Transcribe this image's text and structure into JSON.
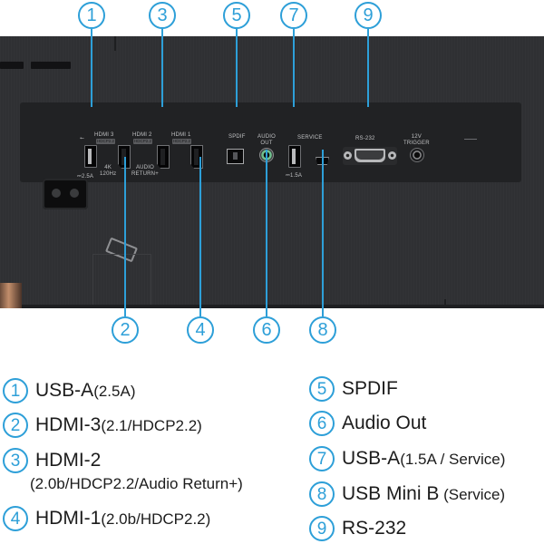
{
  "callouts_top": [
    "1",
    "3",
    "5",
    "7",
    "9"
  ],
  "callouts_bottom": [
    "2",
    "4",
    "6",
    "8"
  ],
  "panel_labels": {
    "usb_icon_1": "⭠",
    "hdmi3": "HDMI 3",
    "hdmi3_hdcp": "HDCP2.2",
    "hdmi2": "HDMI 2",
    "hdmi2_hdcp": "HDCP2.2",
    "hdmi1": "HDMI 1",
    "hdmi1_hdcp": "HDCP2.2",
    "spdif": "SPDIF",
    "audio_out": "AUDIO\nOUT",
    "service": "SERVICE",
    "rs232": "RS-232",
    "trigger": "12V\nTRIGGER",
    "current_25": "⎓2.5A",
    "fourk": "4K\n120Hz",
    "audio_return": "AUDIO\nRETURN+",
    "current_15": "⎓1.5A",
    "tilde": "~"
  },
  "legend": [
    {
      "num": "1",
      "main": "USB-A",
      "sub": "(2.5A)",
      "line2": ""
    },
    {
      "num": "2",
      "main": "HDMI-3",
      "sub": "(2.1/HDCP2.2)",
      "line2": ""
    },
    {
      "num": "3",
      "main": "HDMI-2",
      "sub": "",
      "line2": "(2.0b/HDCP2.2/Audio Return+)"
    },
    {
      "num": "4",
      "main": "HDMI-1",
      "sub": "(2.0b/HDCP2.2)",
      "line2": ""
    },
    {
      "num": "5",
      "main": "SPDIF",
      "sub": "",
      "line2": ""
    },
    {
      "num": "6",
      "main": "Audio Out",
      "sub": "",
      "line2": ""
    },
    {
      "num": "7",
      "main": "USB-A",
      "sub": "(1.5A / Service)",
      "line2": ""
    },
    {
      "num": "8",
      "main": "USB Mini B",
      "sub": " (Service)",
      "line2": ""
    },
    {
      "num": "9",
      "main": "RS-232",
      "sub": "",
      "line2": ""
    }
  ]
}
